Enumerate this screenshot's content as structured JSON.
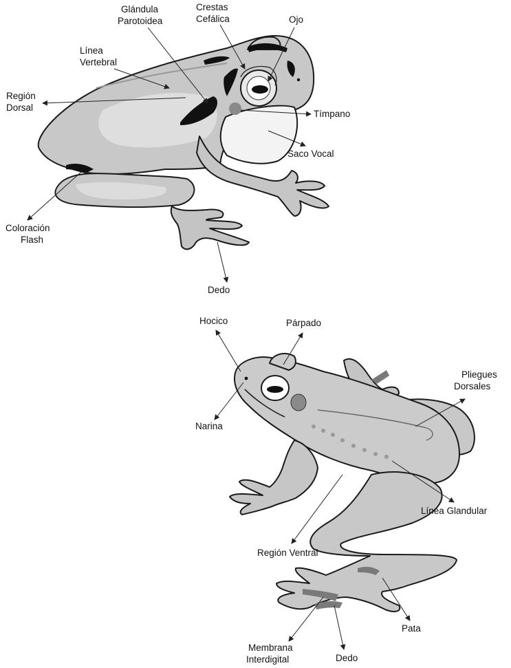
{
  "diagram": {
    "colors": {
      "body": "#c9c9c9",
      "light": "#e2e2e2",
      "belly": "#dcdcdc",
      "dark": "#111111",
      "spot": "#8a8a8a",
      "throat": "#f4f4f4"
    },
    "frog_top": {
      "labels": {
        "glandula": [
          "Glándula",
          "Parotoidea"
        ],
        "crestas": [
          "Crestas",
          "Cefálica"
        ],
        "ojo": "Ojo",
        "linea_vertebral": [
          "Línea",
          "Vertebral"
        ],
        "region_dorsal": [
          "Región",
          "Dorsal"
        ],
        "timpano": "Tímpano",
        "saco_vocal": "Saco Vocal",
        "coloracion": [
          "Coloración",
          "Flash"
        ],
        "dedo": "Dedo"
      }
    },
    "frog_bottom": {
      "labels": {
        "hocico": "Hocico",
        "parpado": "Párpado",
        "pliegues": [
          "Pliegues",
          "Dorsales"
        ],
        "narina": "Narina",
        "linea_glandular": "Línea Glandular",
        "region_ventral": "Región Ventral",
        "pata": "Pata",
        "membrana": [
          "Membrana",
          "Interdigital"
        ],
        "dedo": "Dedo"
      }
    }
  }
}
